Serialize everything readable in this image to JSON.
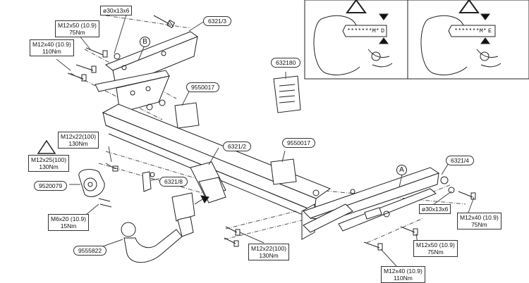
{
  "callouts": {
    "washer_top": "ø30x13x6",
    "washer_right": "ø30x13x6",
    "side_bracket_left": "6321/3",
    "side_bracket_right": "6321/4",
    "crossbar": "6321/2",
    "plate": "6321/8",
    "electrics": "9550017",
    "electrics_2": "9550017",
    "manual": "632180",
    "socket_plate": "9520079",
    "tow_ball": "9555822",
    "marker_b": "B",
    "marker_a": "A"
  },
  "torques": {
    "tl_m12x50": {
      "size": "M12x50 (10.9)",
      "torque": "75Nm"
    },
    "tl_m12x40": {
      "size": "M12x40 (10.9)",
      "torque": "110Nm"
    },
    "ml_m12x22": {
      "size": "M12x22(100)",
      "torque": "130Nm"
    },
    "ml_m12x25": {
      "size": "M12x25(100)",
      "torque": "130Nm"
    },
    "ml_m6x20": {
      "size": "M6x20 (10.9)",
      "torque": "15Nm"
    },
    "bm_m12x22": {
      "size": "M12x22(100)",
      "torque": "130Nm"
    },
    "br_m12x40a": {
      "size": "M12x40 (10.9)",
      "torque": "75Nm"
    },
    "br_m12x50": {
      "size": "M12x50 (10.9)",
      "torque": "75Nm"
    },
    "br_m12x40b": {
      "size": "M12x40 (10.9)",
      "torque": "110Nm"
    }
  },
  "panels": {
    "left_stamp": "*******M*",
    "left_letter": "D",
    "right_stamp": "*******M*",
    "right_letter": "E"
  }
}
